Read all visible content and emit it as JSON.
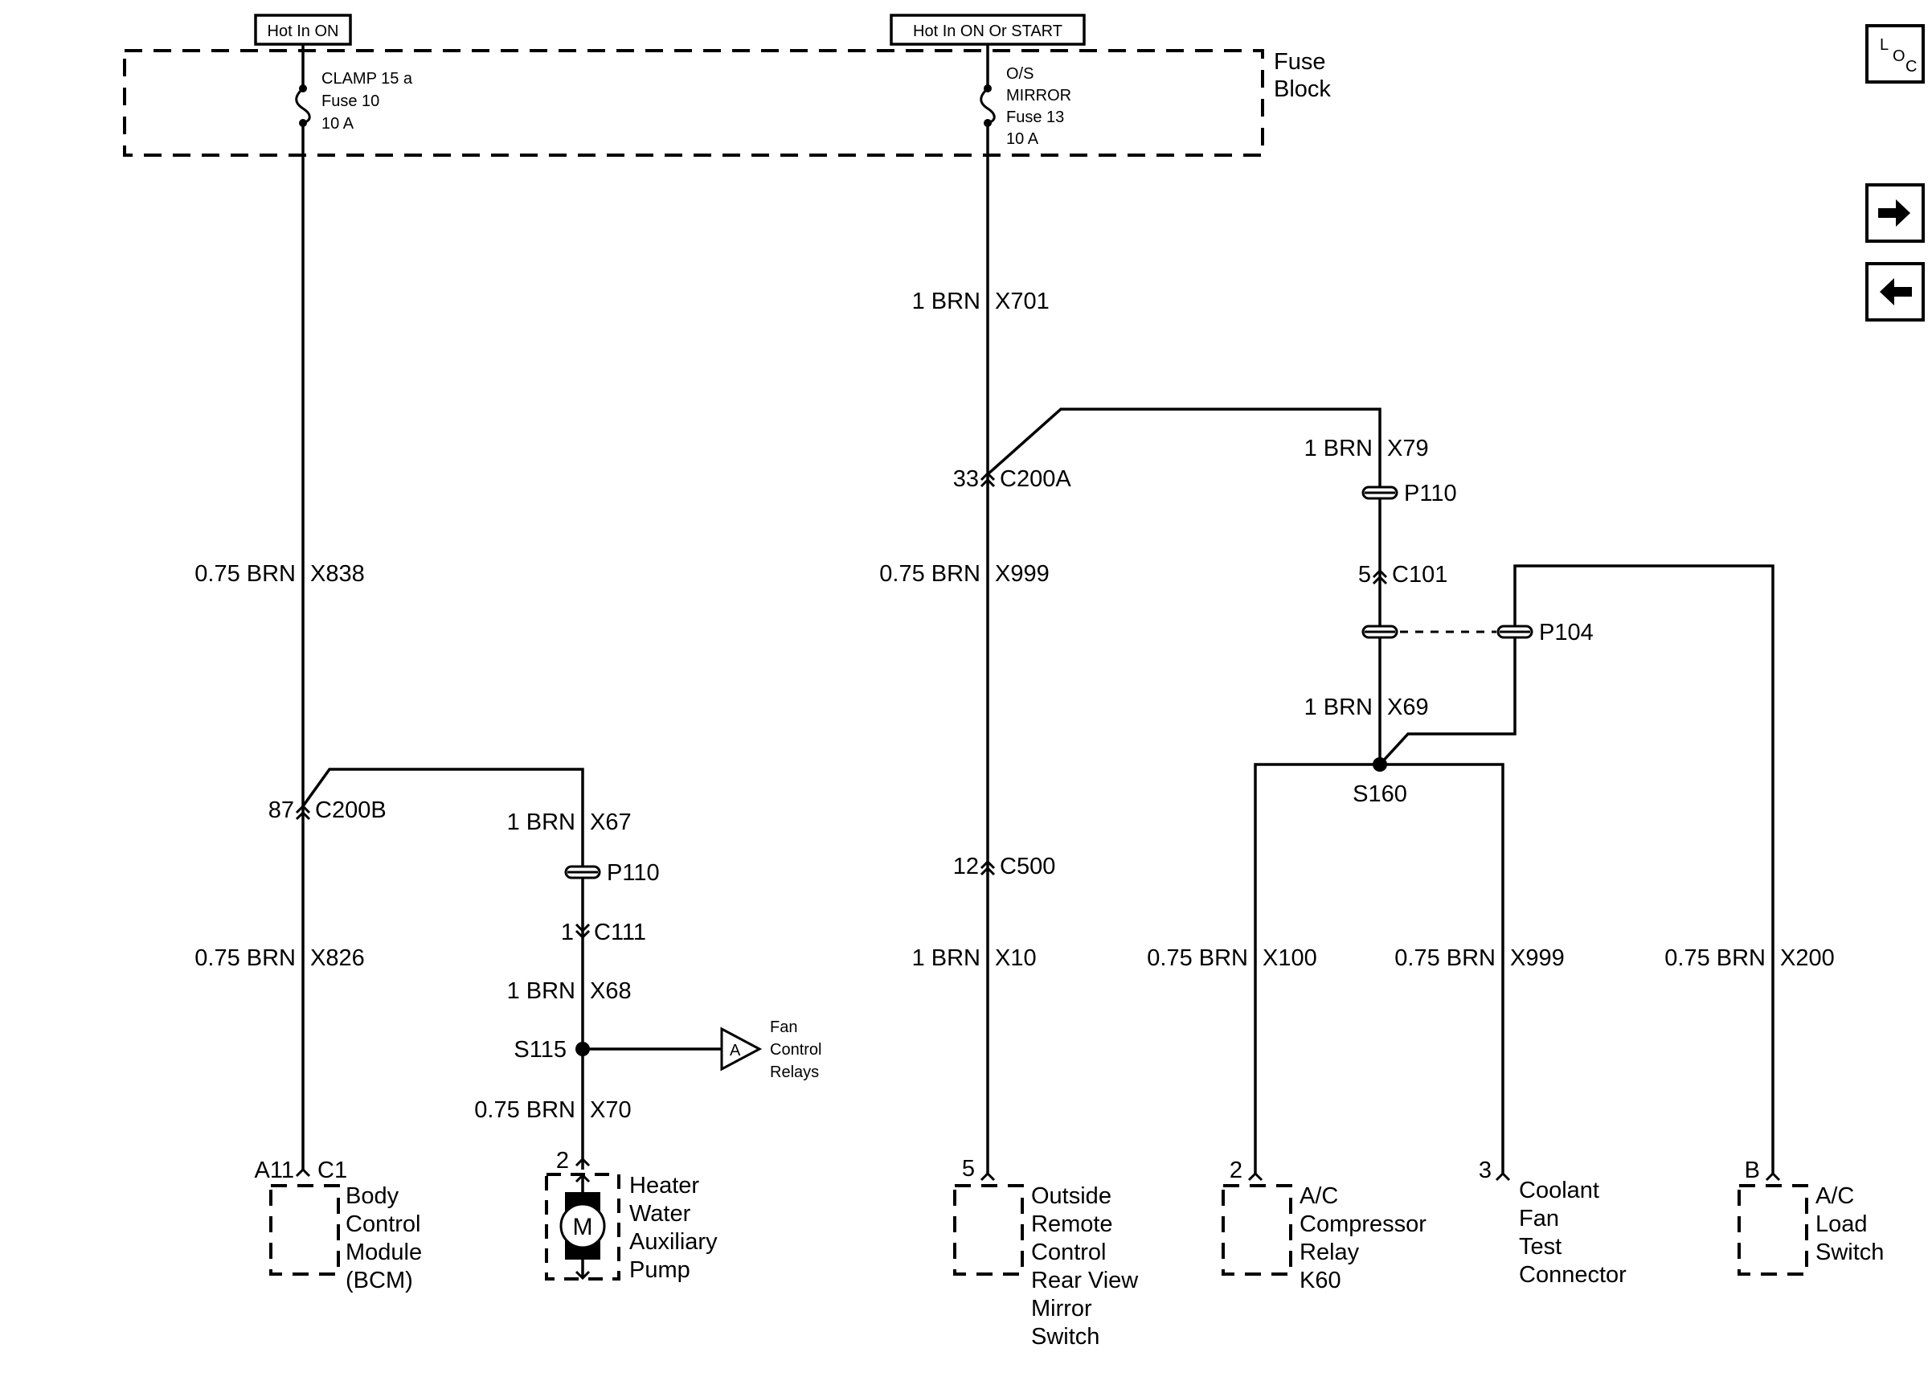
{
  "power": {
    "hot_on": "Hot In ON",
    "hot_on_start": "Hot In ON Or START"
  },
  "fuse_block": {
    "label_line1": "Fuse",
    "label_line2": "Block",
    "fuse10": [
      "CLAMP 15 a",
      "Fuse 10",
      "10 A"
    ],
    "fuse13": [
      "O/S",
      "MIRROR",
      "Fuse 13",
      "10 A"
    ]
  },
  "wires": {
    "x838": {
      "size": "0.75 BRN",
      "circuit": "X838"
    },
    "x826": {
      "size": "0.75 BRN",
      "circuit": "X826"
    },
    "x67": {
      "size": "1 BRN",
      "circuit": "X67"
    },
    "x68": {
      "size": "1 BRN",
      "circuit": "X68"
    },
    "x70": {
      "size": "0.75 BRN",
      "circuit": "X70"
    },
    "x701": {
      "size": "1 BRN",
      "circuit": "X701"
    },
    "x999a": {
      "size": "0.75 BRN",
      "circuit": "X999"
    },
    "x10": {
      "size": "1 BRN",
      "circuit": "X10"
    },
    "x79": {
      "size": "1 BRN",
      "circuit": "X79"
    },
    "x69": {
      "size": "1 BRN",
      "circuit": "X69"
    },
    "x100": {
      "size": "0.75 BRN",
      "circuit": "X100"
    },
    "x999b": {
      "size": "0.75 BRN",
      "circuit": "X999"
    },
    "x200": {
      "size": "0.75 BRN",
      "circuit": "X200"
    }
  },
  "connectors": {
    "c200b": {
      "pin": "87",
      "name": "C200B"
    },
    "c200a": {
      "pin": "33",
      "name": "C200A"
    },
    "c111": {
      "pin": "1",
      "name": "C111"
    },
    "c500": {
      "pin": "12",
      "name": "C500"
    },
    "c101": {
      "pin": "5",
      "name": "C101"
    },
    "p110a": "P110",
    "p110b": "P110",
    "p104": "P104",
    "s115": "S115",
    "s160": "S160"
  },
  "offpage": {
    "letter": "A",
    "label": [
      "Fan",
      "Control",
      "Relays"
    ]
  },
  "components": {
    "bcm": {
      "pin": "A11",
      "conn": "C1",
      "name": [
        "Body",
        "Control",
        "Module",
        "(BCM)"
      ]
    },
    "pump": {
      "pin": "2",
      "motor": "M",
      "name": [
        "Heater",
        "Water",
        "Auxiliary",
        "Pump"
      ]
    },
    "mirror": {
      "pin": "5",
      "name": [
        "Outside",
        "Remote",
        "Control",
        "Rear View",
        "Mirror",
        "Switch"
      ]
    },
    "relay": {
      "pin": "2",
      "name": [
        "A/C",
        "Compressor",
        "Relay",
        "K60"
      ]
    },
    "coolant": {
      "pin": "3",
      "name": [
        "Coolant",
        "Fan",
        "Test",
        "Connector"
      ]
    },
    "load": {
      "pin": "B",
      "name": [
        "A/C",
        "Load",
        "Switch"
      ]
    }
  },
  "nav": {
    "loc_icon": "location-icon",
    "loc_letters": [
      "L",
      "O",
      "C"
    ],
    "next_icon": "arrow-right-icon",
    "prev_icon": "arrow-left-icon"
  }
}
